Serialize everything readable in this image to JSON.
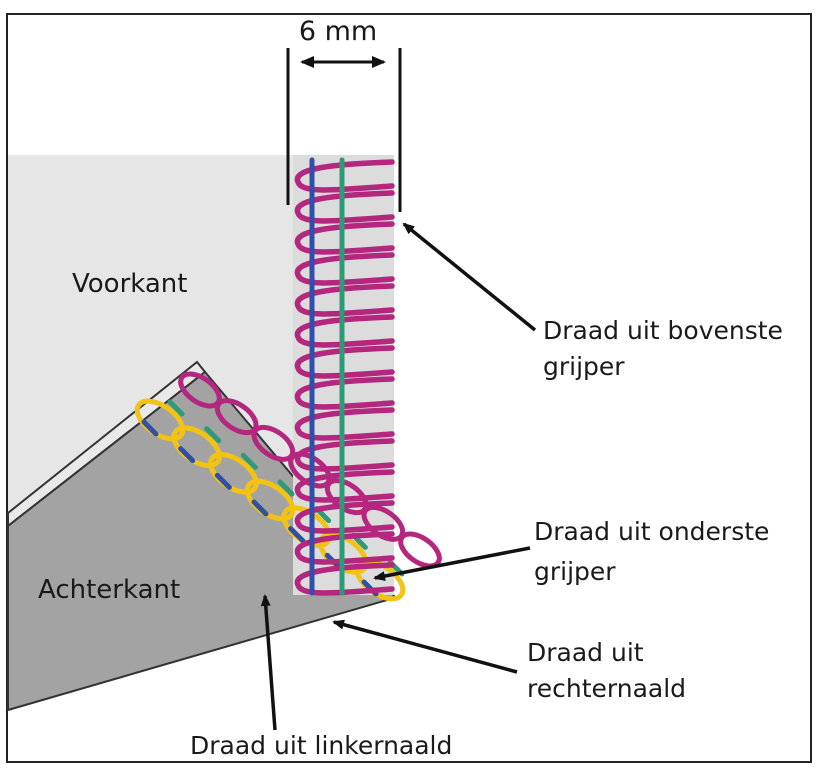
{
  "dimension": {
    "label": "6 mm"
  },
  "regions": {
    "front": "Voorkant",
    "back": "Achterkant"
  },
  "callouts": {
    "upper_looper": {
      "line1": "Draad uit bovenste",
      "line2": "grijper"
    },
    "lower_looper": {
      "line1": "Draad uit onderste",
      "line2": "grijper"
    },
    "right_needle": {
      "line1": "Draad uit",
      "line2": "rechternaald"
    },
    "left_needle": {
      "line1": "Draad uit linkernaald"
    }
  },
  "colors": {
    "upper_looper_thread": "#b5267e",
    "lower_looper_thread": "#f2c313",
    "left_needle_thread": "#2f4fa8",
    "right_needle_thread": "#2e9a77",
    "front_fabric": "#e6e6e6",
    "back_fabric": "#a3a3a4"
  }
}
